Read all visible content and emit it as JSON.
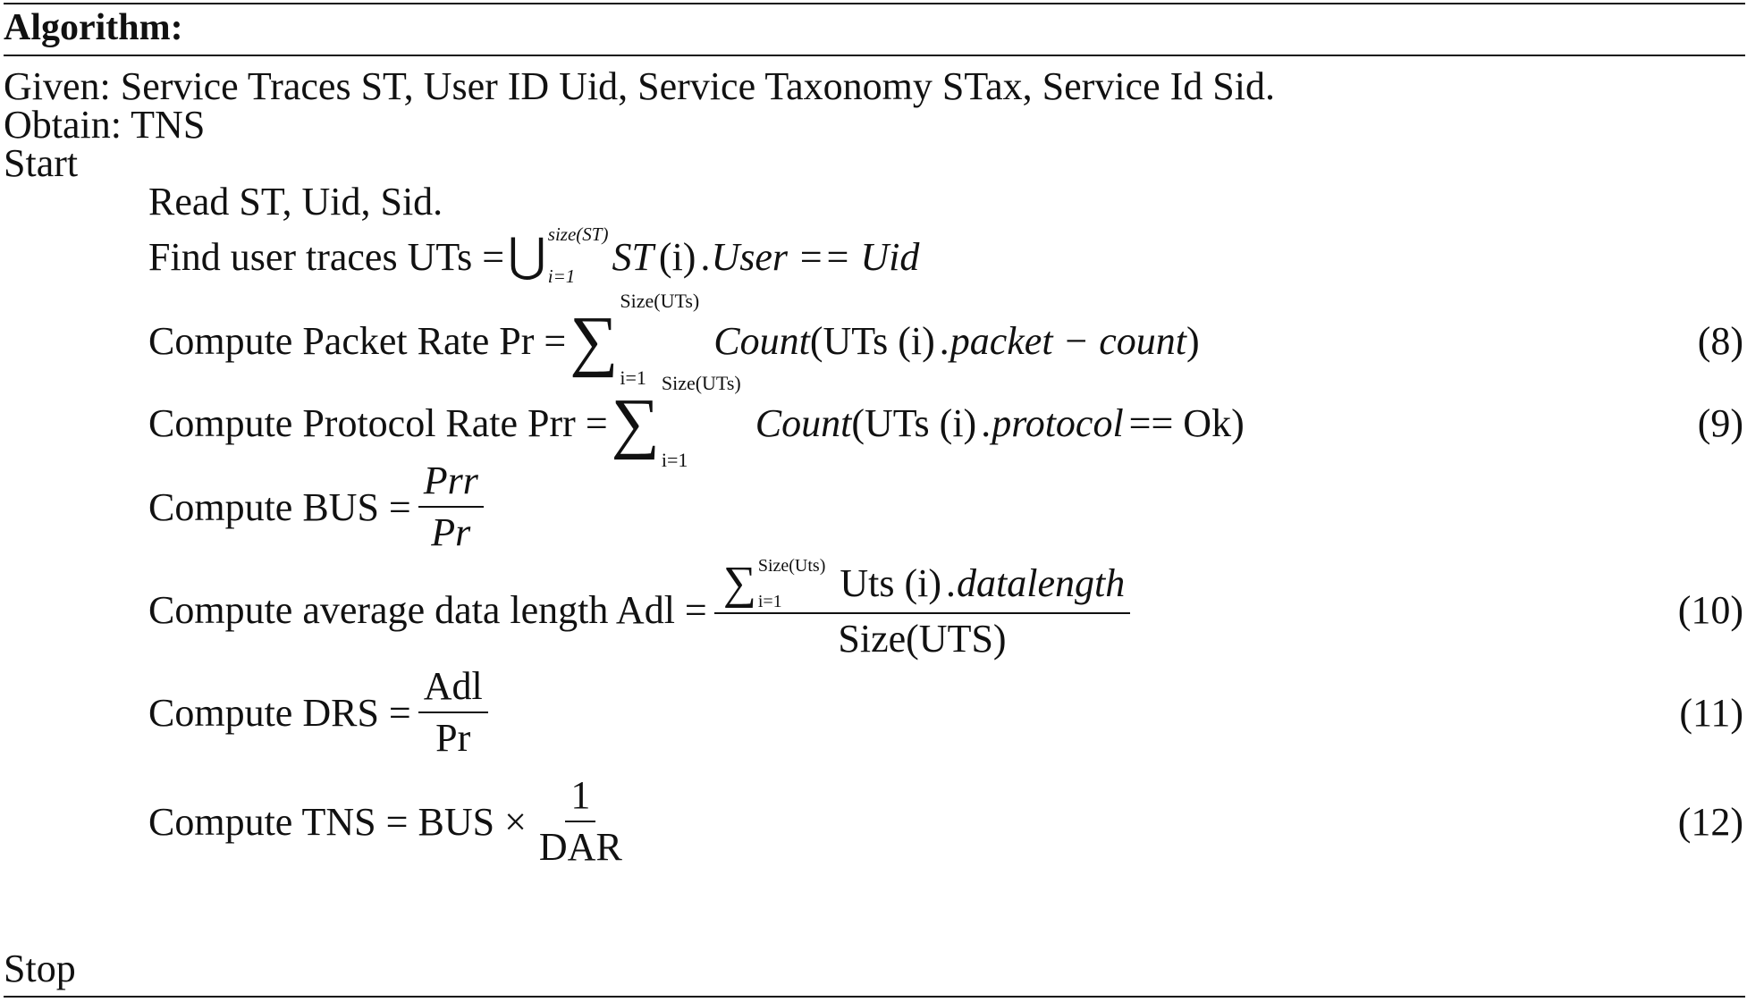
{
  "algorithm": {
    "heading": "Algorithm:",
    "given": "Given: Service Traces ST, User ID Uid, Service Taxonomy STax, Service Id Sid.",
    "obtain": "Obtain: TNS",
    "start": "Start",
    "read": "Read ST, Uid, Sid.",
    "find": {
      "prefix": "Find user traces UTs =",
      "upper": "size(ST)",
      "lower": "i=1",
      "expr_a": "ST",
      "expr_b": "(i)",
      "expr_c": ".User == Uid"
    },
    "eq8": {
      "prefix": "Compute Packet Rate Pr =",
      "upper": "Size(UTs)",
      "lower": "i=1",
      "fn": "Count",
      "arg_a": "(UTs (i)",
      "arg_b": ".packet − count",
      "arg_c": ")",
      "number": "(8)"
    },
    "eq9": {
      "prefix": "Compute Protocol Rate Prr =",
      "upper": "Size(UTs)",
      "lower": "i=1",
      "fn": "Count",
      "arg_a": "(UTs (i)",
      "arg_b": ".protocol",
      "arg_c": "== Ok)",
      "number": "(9)"
    },
    "bus": {
      "prefix": "Compute BUS =",
      "numerator": "Prr",
      "denominator": "Pr"
    },
    "eq10": {
      "prefix": "Compute average data length Adl =",
      "upper": "Size(Uts)",
      "lower": "i=1",
      "num_a": "Uts (i)",
      "num_b": ".datalength",
      "denominator": "Size(UTS)",
      "number": "(10)"
    },
    "eq11": {
      "prefix": "Compute DRS =",
      "numerator": "Adl",
      "denominator": "Pr",
      "number": "(11)"
    },
    "eq12": {
      "prefix": "Compute TNS = BUS ×",
      "numerator": "1",
      "denominator": "DAR",
      "number": "(12)"
    },
    "stop": "Stop"
  }
}
